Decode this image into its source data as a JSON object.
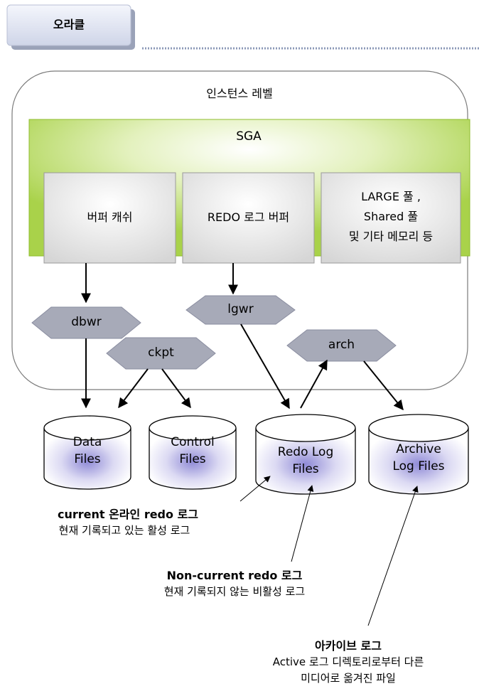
{
  "header": {
    "tab_label": "오라클"
  },
  "instance": {
    "label": "인스턴스 레벨"
  },
  "sga": {
    "label": "SGA",
    "boxes": [
      {
        "id": "buffer-cache",
        "lines": [
          "버퍼 캐쉬"
        ]
      },
      {
        "id": "redo-log-buffer",
        "lines": [
          "REDO 로그 버퍼"
        ]
      },
      {
        "id": "large-pool",
        "lines": [
          "LARGE 풀 ,",
          "Shared 풀",
          "및 기타 메모리 등"
        ]
      }
    ]
  },
  "processes": {
    "dbwr": "dbwr",
    "lgwr": "lgwr",
    "ckpt": "ckpt",
    "arch": "arch"
  },
  "files": [
    {
      "id": "data",
      "lines": [
        "Data",
        "Files"
      ]
    },
    {
      "id": "control",
      "lines": [
        "Control",
        "Files"
      ]
    },
    {
      "id": "redo",
      "lines": [
        "Redo Log",
        "Files"
      ]
    },
    {
      "id": "archive",
      "lines": [
        "Archive",
        "Log Files"
      ]
    }
  ],
  "annotations": [
    {
      "id": "current",
      "title": "current 온라인 redo 로그",
      "lines": [
        "현재 기록되고 있는 활성 로그"
      ]
    },
    {
      "id": "noncurrent",
      "title": "Non-current redo 로그",
      "lines": [
        "현재 기록되지 않는 비활성 로그"
      ]
    },
    {
      "id": "archive",
      "title": "아카이브 로그",
      "lines": [
        "Active 로그 디렉토리로부터 다른",
        "미디어로 옮겨진 파일"
      ]
    }
  ],
  "colors": {
    "sga_green": "#a9d24a",
    "sga_glow": "#ffffff",
    "process_fill": "#a7aab8",
    "file_glow": "#8f8ad6",
    "tab_fill": "#dfe3f0",
    "dotted_line": "#8c9ab8"
  }
}
